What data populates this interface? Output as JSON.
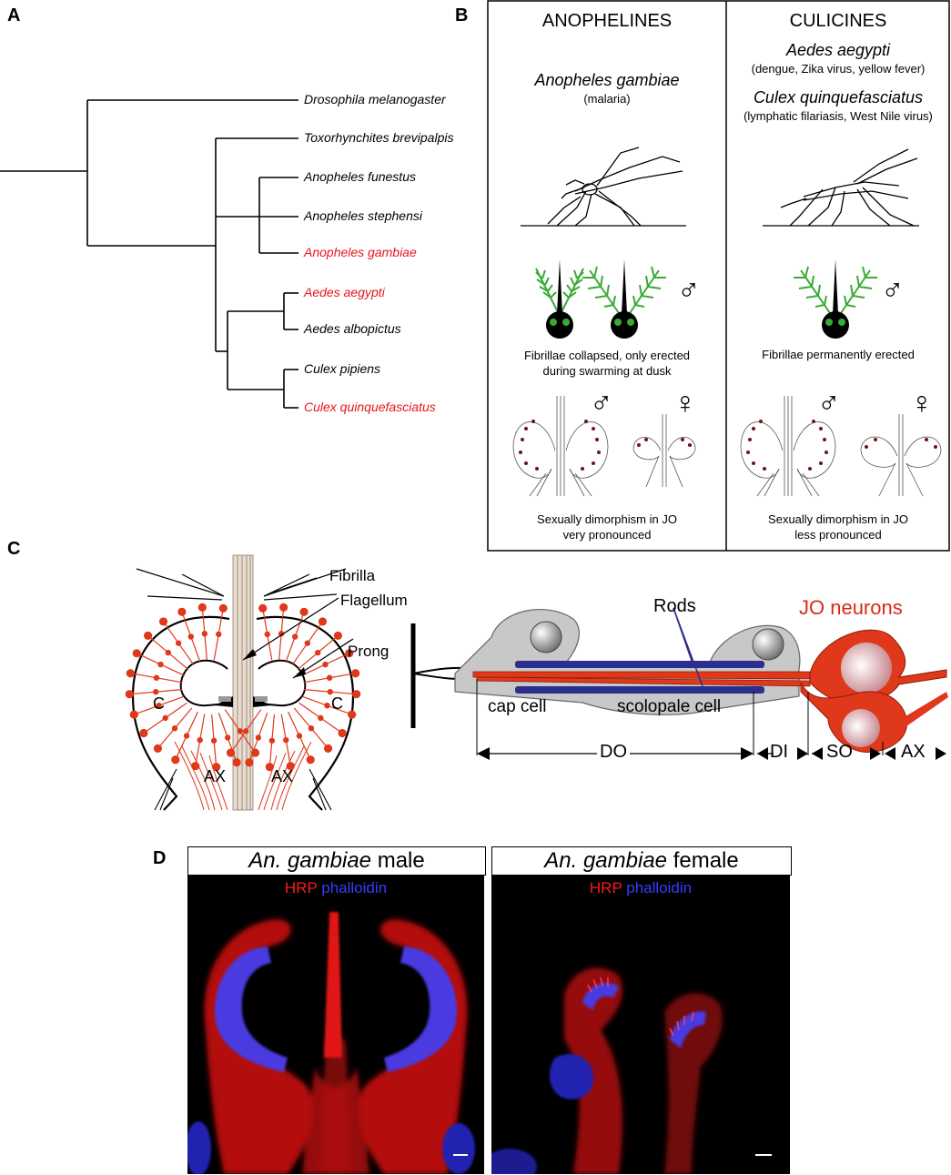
{
  "panels": {
    "a": "A",
    "b": "B",
    "c": "C",
    "d": "D"
  },
  "tree": {
    "species": [
      {
        "name": "Drosophila melanogaster",
        "highlight": false
      },
      {
        "name": "Toxorhynchites brevipalpis",
        "highlight": false
      },
      {
        "name": "Anopheles funestus",
        "highlight": false
      },
      {
        "name": "Anopheles stephensi",
        "highlight": false
      },
      {
        "name": "Anopheles gambiae",
        "highlight": true
      },
      {
        "name": "Aedes aegypti",
        "highlight": true
      },
      {
        "name": "Aedes albopictus",
        "highlight": false
      },
      {
        "name": "Culex pipiens",
        "highlight": false
      },
      {
        "name": "Culex quinquefasciatus",
        "highlight": true
      }
    ],
    "highlight_color": "#e8141c"
  },
  "panel_b": {
    "left": {
      "header": "ANOPHELINES",
      "species": "Anopheles gambiae",
      "disease": "(malaria)",
      "fibrillae": "Fibrillae collapsed, only erected\nduring swarming at dusk",
      "dimorphism": "Sexually dimorphism in JO\nvery pronounced"
    },
    "right": {
      "header": "CULICINES",
      "species1": "Aedes aegypti",
      "disease1": "(dengue, Zika virus, yellow fever)",
      "species2": "Culex quinquefasciatus",
      "disease2": "(lymphatic filariasis, West Nile virus)",
      "fibrillae": "Fibrillae permanently erected",
      "dimorphism": "Sexually dimorphism in JO\nless pronounced"
    },
    "male_symbol": "♂",
    "female_symbol": "♀"
  },
  "panel_c": {
    "labels": {
      "fibrilla": "Fibrilla",
      "flagellum": "Flagellum",
      "prong": "Prong",
      "c": "C",
      "ax": "AX"
    },
    "scolopidium": {
      "rods": "Rods",
      "jo_neurons": "JO neurons",
      "cap_cell": "cap cell",
      "scolopale_cell": "scolopale cell",
      "do": "DO",
      "di": "DI",
      "so": "SO",
      "ax": "AX"
    },
    "colors": {
      "neuron": "#e0381a",
      "rod": "#2b2f8e",
      "cell": "#c8c8c8",
      "jo_red": "#d92b14"
    }
  },
  "panel_d": {
    "male_title_species": "An. gambiae",
    "male_title_sex": " male",
    "female_title_species": "An. gambiae",
    "female_title_sex": " female",
    "stain_hrp": "HRP",
    "stain_phalloidin": "phalloidin",
    "hrp_color": "#ff1a1a",
    "phalloidin_color": "#3a3aff"
  }
}
